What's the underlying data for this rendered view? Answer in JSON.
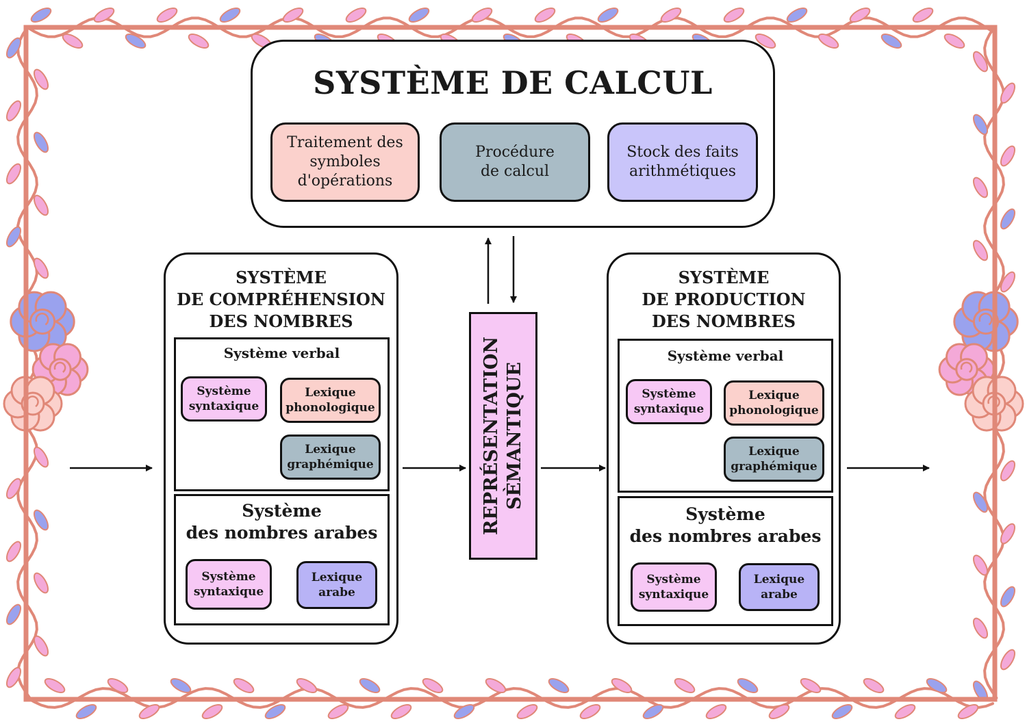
{
  "calcul": {
    "title": "SYSTÈME DE CALCUL",
    "modules": [
      {
        "line1": "Traitement des",
        "line2": "symboles",
        "line3": "d'opérations"
      },
      {
        "line1": "Procédure",
        "line2": "de calcul"
      },
      {
        "line1": "Stock des faits",
        "line2": "arithmétiques"
      }
    ]
  },
  "comprehension": {
    "title_line1": "SYSTÈME",
    "title_line2": "DE COMPRÉHENSION",
    "title_line3": "DES NOMBRES",
    "verbal": {
      "heading": "Système verbal",
      "syntaxique": {
        "line1": "Système",
        "line2": "syntaxique"
      },
      "phonologique": {
        "line1": "Lexique",
        "line2": "phonologique"
      },
      "graphemique": {
        "line1": "Lexique",
        "line2": "graphémique"
      }
    },
    "arabes": {
      "heading_line1": "Système",
      "heading_line2": "des nombres arabes",
      "syntaxique": {
        "line1": "Système",
        "line2": "syntaxique"
      },
      "lexique": {
        "line1": "Lexique",
        "line2": "arabe"
      }
    }
  },
  "semantique": {
    "line1": "REPRÉSENTATION",
    "line2": "SÈMANTIQUE"
  },
  "production": {
    "title_line1": "SYSTÈME",
    "title_line2": "DE PRODUCTION",
    "title_line3": "DES NOMBRES",
    "verbal": {
      "heading": "Système verbal",
      "syntaxique": {
        "line1": "Système",
        "line2": "syntaxique"
      },
      "phonologique": {
        "line1": "Lexique",
        "line2": "phonologique"
      },
      "graphemique": {
        "line1": "Lexique",
        "line2": "graphémique"
      }
    },
    "arabes": {
      "heading_line1": "Système",
      "heading_line2": "des nombres arabes",
      "syntaxique": {
        "line1": "Système",
        "line2": "syntaxique"
      },
      "lexique": {
        "line1": "Lexique",
        "line2": "arabe"
      }
    }
  },
  "colors": {
    "frame": "#e08878",
    "leaf_pink": "#f4a9d8",
    "leaf_blue": "#9aa2ee",
    "pink_fill": "#f7c8f5",
    "peach_fill": "#fbd1cc",
    "slate_fill": "#a9bcc6",
    "lavender_fill": "#b8b3f6"
  }
}
